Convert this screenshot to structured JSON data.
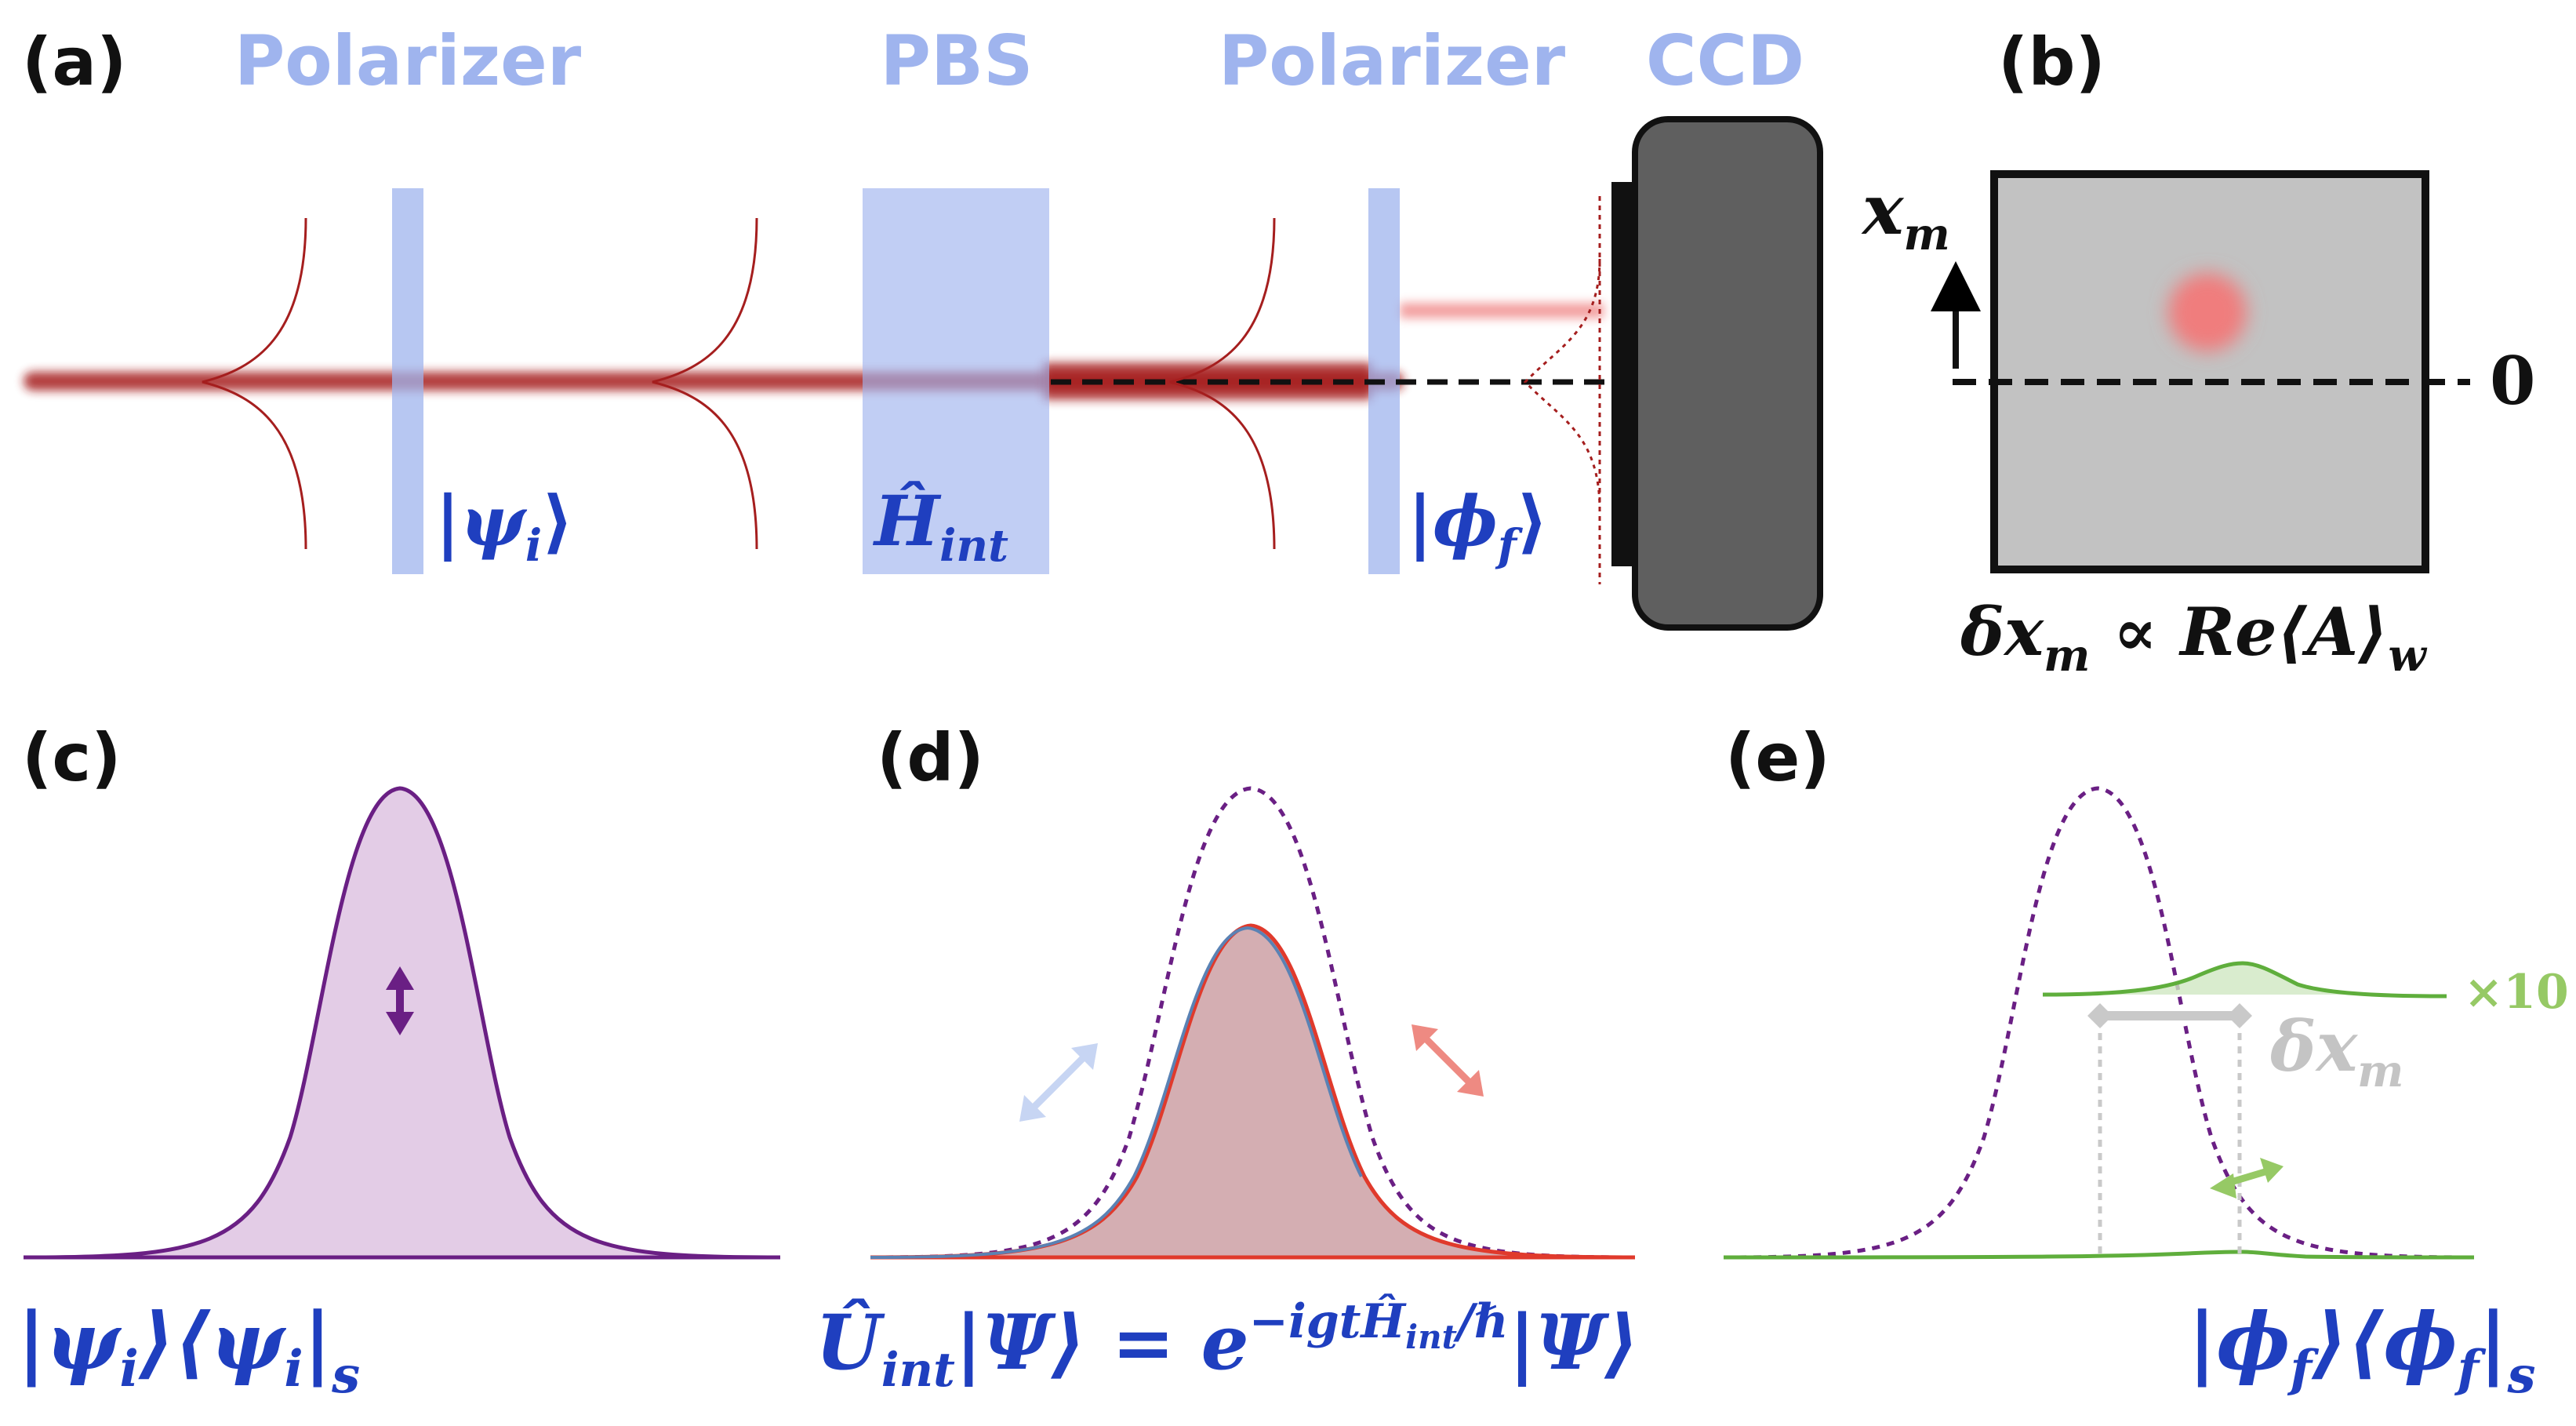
{
  "panel_labels": {
    "a": "(a)",
    "b": "(b)",
    "c": "(c)",
    "d": "(d)",
    "e": "(e)"
  },
  "components": {
    "polarizer_1": "Polarizer",
    "pbs": "PBS",
    "polarizer_2": "Polarizer",
    "ccd": "CCD"
  },
  "colors": {
    "component_blue": "#9fb4ee",
    "label_blue": "#1f3fbf",
    "beam_red": "#a51e1e",
    "purple": "#6a1f84",
    "purple_fill": "#e3cce6",
    "red_curve": "#e03a2c",
    "steel_blue": "#5a82b4",
    "green": "#5fae3c",
    "grey": "#c9c9c9",
    "ccd_body": "#5f5f5f"
  },
  "panel_a": {
    "psi_i": "|ψ",
    "psi_i_sub": "i",
    "psi_i_close": "⟩",
    "h_int": "Ĥ",
    "h_int_sub": "int",
    "phi_f": "|ϕ",
    "phi_f_sub": "f",
    "phi_f_close": "⟩"
  },
  "panel_b": {
    "axis_label": "x",
    "axis_sub": "m",
    "zero": "0",
    "relation_a": "δx",
    "relation_sub": "m",
    "relation_b": " ∝ Re⟨A⟩",
    "relation_sub2": "w"
  },
  "panel_c": {
    "formula": "|ψ",
    "sub_i1": "i",
    "mid": "⟩⟨ψ",
    "sub_i2": "i",
    "close": "|",
    "sub_s": "s"
  },
  "panel_d": {
    "u": "Û",
    "u_sub": "int",
    "eq": "|Ψ⟩ = e",
    "exp": "−igtĤ",
    "exp_sub": "int",
    "exp_tail": "/ℏ",
    "tail": "|Ψ⟩"
  },
  "panel_e": {
    "scale": "×10",
    "dx": "δx",
    "dx_sub": "m",
    "formula": "|ϕ",
    "sub_f1": "f",
    "mid": "⟩⟨ϕ",
    "sub_f2": "f",
    "close": "|",
    "sub_s": "s"
  }
}
